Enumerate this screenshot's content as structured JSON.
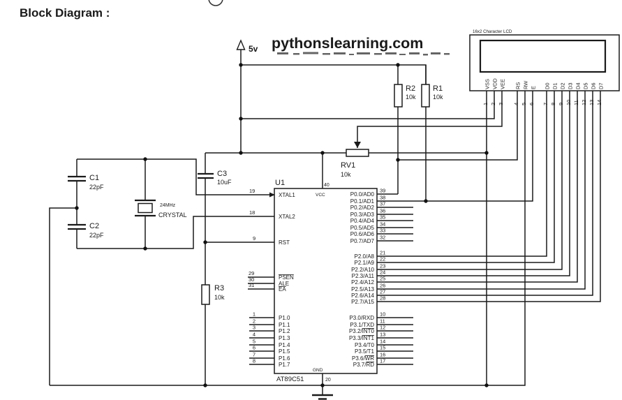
{
  "page": {
    "title": "Block Diagram :"
  },
  "watermark": {
    "text": "pythonslearning.com"
  },
  "power": {
    "label": "5v"
  },
  "lcd": {
    "title": "16x2 Character LCD",
    "pins": [
      {
        "num": "1",
        "label": "VSS"
      },
      {
        "num": "2",
        "label": "VDD"
      },
      {
        "num": "3",
        "label": "VEE"
      },
      {
        "num": "4",
        "label": "RS"
      },
      {
        "num": "5",
        "label": "RW"
      },
      {
        "num": "6",
        "label": "E"
      },
      {
        "num": "7",
        "label": "D0"
      },
      {
        "num": "8",
        "label": "D1"
      },
      {
        "num": "9",
        "label": "D2"
      },
      {
        "num": "10",
        "label": "D3"
      },
      {
        "num": "11",
        "label": "D4"
      },
      {
        "num": "12",
        "label": "D5"
      },
      {
        "num": "13",
        "label": "D6"
      },
      {
        "num": "14",
        "label": "D7"
      }
    ]
  },
  "ic": {
    "ref": "U1",
    "part": "AT89C51",
    "vcc_pin": {
      "num": "40",
      "label": "VCC"
    },
    "gnd_pin": {
      "num": "20",
      "label": "GND"
    },
    "left_pins": [
      {
        "num": "19",
        "label": "XTAL1",
        "overline": false
      },
      {
        "num": "18",
        "label": "XTAL2",
        "overline": false
      },
      {
        "num": "9",
        "label": "RST",
        "overline": false
      },
      {
        "num": "29",
        "label": "PSEN",
        "overline": true
      },
      {
        "num": "30",
        "label": "ALE",
        "overline": false
      },
      {
        "num": "31",
        "label": "EA",
        "overline": true
      }
    ],
    "port1_pins": [
      {
        "num": "1",
        "label": "P1.0"
      },
      {
        "num": "2",
        "label": "P1.1"
      },
      {
        "num": "3",
        "label": "P1.2"
      },
      {
        "num": "4",
        "label": "P1.3"
      },
      {
        "num": "5",
        "label": "P1.4"
      },
      {
        "num": "6",
        "label": "P1.5"
      },
      {
        "num": "7",
        "label": "P1.6"
      },
      {
        "num": "8",
        "label": "P1.7"
      }
    ],
    "port0_pins": [
      {
        "num": "39",
        "label": "P0.0/AD0"
      },
      {
        "num": "38",
        "label": "P0.1/AD1"
      },
      {
        "num": "37",
        "label": "P0.2/AD2"
      },
      {
        "num": "36",
        "label": "P0.3/AD3"
      },
      {
        "num": "35",
        "label": "P0.4/AD4"
      },
      {
        "num": "34",
        "label": "P0.5/AD5"
      },
      {
        "num": "33",
        "label": "P0.6/AD6"
      },
      {
        "num": "32",
        "label": "P0.7/AD7"
      }
    ],
    "port2_pins": [
      {
        "num": "21",
        "label": "P2.0/A8"
      },
      {
        "num": "22",
        "label": "P2.1/A9"
      },
      {
        "num": "23",
        "label": "P2.2/A10"
      },
      {
        "num": "24",
        "label": "P2.3/A11"
      },
      {
        "num": "25",
        "label": "P2.4/A12"
      },
      {
        "num": "26",
        "label": "P2.5/A13"
      },
      {
        "num": "27",
        "label": "P2.6/A14"
      },
      {
        "num": "28",
        "label": "P2.7/A15"
      }
    ],
    "port3_pins": [
      {
        "num": "10",
        "pre": "P3.0/RXD",
        "bar": ""
      },
      {
        "num": "11",
        "pre": "P3.1/TXD",
        "bar": ""
      },
      {
        "num": "12",
        "pre": "P3.2/",
        "bar": "INT0"
      },
      {
        "num": "13",
        "pre": "P3.3/",
        "bar": "INT1"
      },
      {
        "num": "14",
        "pre": "P3.4/T0",
        "bar": ""
      },
      {
        "num": "15",
        "pre": "P3.5/T1",
        "bar": ""
      },
      {
        "num": "16",
        "pre": "P3.6/",
        "bar": "WR"
      },
      {
        "num": "17",
        "pre": "P3.7/",
        "bar": "RD"
      }
    ]
  },
  "components": {
    "r1": {
      "ref": "R1",
      "value": "10k"
    },
    "r2": {
      "ref": "R2",
      "value": "10k"
    },
    "r3": {
      "ref": "R3",
      "value": "10k"
    },
    "rv1": {
      "ref": "RV1",
      "value": "10k"
    },
    "c1": {
      "ref": "C1",
      "value": "22pF"
    },
    "c2": {
      "ref": "C2",
      "value": "22pF"
    },
    "c3": {
      "ref": "C3",
      "value": "10uF"
    },
    "crystal": {
      "freq": "24MHz",
      "label": "CRYSTAL"
    }
  },
  "colors": {
    "wire": "#1a1a1a",
    "watermark": "#431408",
    "power_label": "#3a3aae",
    "pin_note": "#7b7550"
  }
}
